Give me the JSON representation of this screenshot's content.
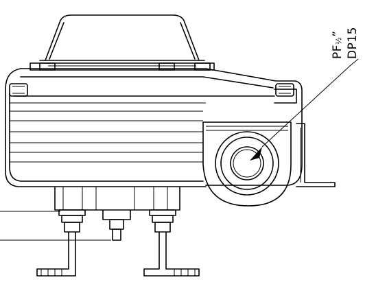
{
  "callouts": {
    "thread_label": "PF",
    "thread_fraction": "½",
    "thread_suffix": "”",
    "depth_label": "DP15"
  }
}
